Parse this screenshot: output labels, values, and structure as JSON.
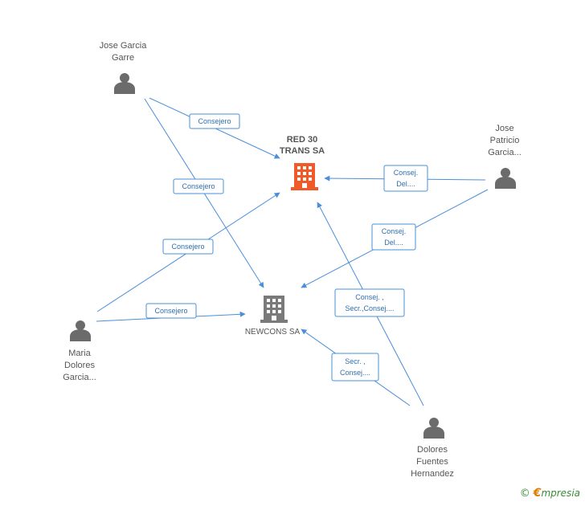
{
  "people": {
    "p_jose_garre": {
      "lines": [
        "Jose Garcia",
        "Garre"
      ]
    },
    "p_jose_patricio": {
      "lines": [
        "Jose",
        "Patricio",
        "Garcia..."
      ]
    },
    "p_maria": {
      "lines": [
        "Maria",
        "Dolores",
        "Garcia..."
      ]
    },
    "p_dolores": {
      "lines": [
        "Dolores",
        "Fuentes",
        "Hernandez"
      ]
    }
  },
  "companies": {
    "c_red30": {
      "lines": [
        "RED 30",
        "TRANS SA"
      ],
      "color": "#f05a28"
    },
    "c_newcons": {
      "lines": [
        "NEWCONS SA"
      ],
      "color": "#7a7a7a"
    }
  },
  "edges": [
    {
      "from": "p_jose_garre",
      "to": "c_red30",
      "label": [
        "Consejero"
      ]
    },
    {
      "from": "p_jose_garre",
      "to": "c_newcons",
      "label": [
        "Consejero"
      ]
    },
    {
      "from": "p_jose_patricio",
      "to": "c_red30",
      "label": [
        "Consej.",
        "Del...."
      ]
    },
    {
      "from": "p_jose_patricio",
      "to": "c_newcons",
      "label": [
        "Consej.",
        "Del...."
      ]
    },
    {
      "from": "p_maria",
      "to": "c_red30",
      "label": [
        "Consejero"
      ]
    },
    {
      "from": "p_maria",
      "to": "c_newcons",
      "label": [
        "Consejero"
      ]
    },
    {
      "from": "p_dolores",
      "to": "c_red30",
      "label": [
        "Consej. ,",
        "Secr.,Consej...."
      ]
    },
    {
      "from": "p_dolores",
      "to": "c_newcons",
      "label": [
        "Secr. ,",
        "Consej...."
      ]
    }
  ],
  "footer": {
    "copyright": "©",
    "brand_e": "€",
    "brand_rest": "mpresia"
  },
  "colors": {
    "edge": "#4a8fd9",
    "person_icon": "#6b6b6b"
  }
}
